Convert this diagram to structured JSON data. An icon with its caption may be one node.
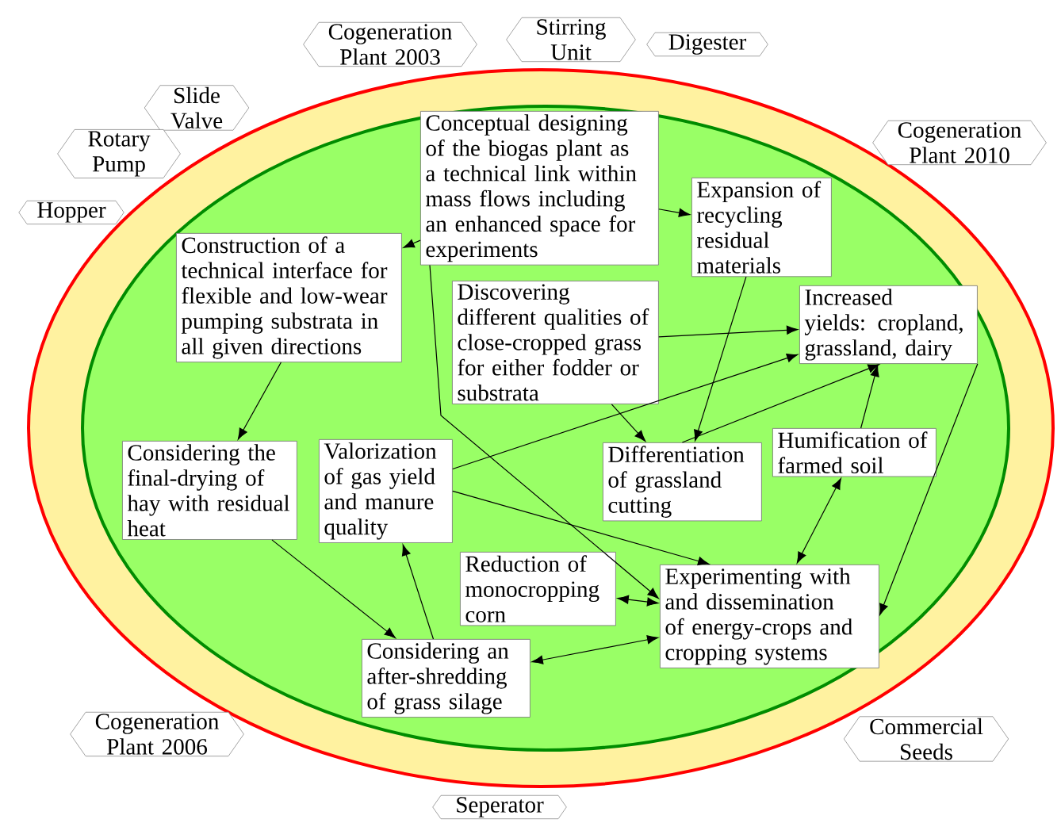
{
  "diagram": {
    "nodes": [
      {
        "text": [],
        "shape": "ellipse"
      },
      {
        "text": [],
        "shape": "ellipse",
        "in": 0
      },
      {
        "text": [
          "Cogeneration Plant 2003"
        ]
      },
      {
        "text": [
          "Stirring Unit"
        ]
      },
      {
        "text": [
          "Digester"
        ]
      },
      {
        "text": [
          "Slide Valve"
        ]
      },
      {
        "text": [
          "Rotary Pump"
        ]
      },
      {
        "text": [
          "Hopper"
        ]
      },
      {
        "text": [
          "Cogeneration Plant 2010"
        ]
      },
      {
        "text": [
          "Conceptual designing of the biogas plant as a technical link within mass flows including an enhanced space for experiments"
        ],
        "in": 1
      },
      {
        "text": [
          "Expansion of recycling residual materials"
        ],
        "in": 1
      },
      {
        "text": [
          "Construction of a technical interface for flexible and low-wear pumping substrata in all given directions"
        ],
        "in": 1
      },
      {
        "text": [
          "Discovering different qualities of close-cropped grass for either fodder or substrata"
        ],
        "in": 1
      },
      {
        "text": [
          "Increased yields: cropland, grassland, dairy"
        ],
        "in": 1
      },
      {
        "text": [
          "Humification of farmed soil"
        ],
        "in": 1
      },
      {
        "text": [
          "Differentiation of grassland cutting"
        ],
        "in": 1
      },
      {
        "text": [
          "Considering the final-drying of hay with residual heat"
        ],
        "in": 1
      },
      {
        "text": [
          "Valorization of gas yield and manure quality"
        ],
        "in": 1
      },
      {
        "text": [
          "Reduction of monocropping corn"
        ],
        "in": 1
      },
      {
        "text": [
          "Experimenting with and dissemination of energy-crops and cropping systems"
        ],
        "in": 1
      },
      {
        "text": [
          "Considering an after-shredding of grass silage"
        ],
        "in": 1
      },
      {
        "text": [
          "Cogeneration Plant 2006"
        ]
      },
      {
        "text": [
          "Commercial Seeds"
        ]
      },
      {
        "text": [
          "Seperator"
        ]
      }
    ],
    "edges": [
      {
        "from": 9,
        "to": 11,
        "arrow": "to"
      },
      {
        "from": 9,
        "to": 10,
        "arrow": "to"
      },
      {
        "from": 9,
        "to": 19,
        "arrow": "to"
      },
      {
        "from": 11,
        "to": 16,
        "arrow": "to"
      },
      {
        "from": 12,
        "to": 13,
        "arrow": "to"
      },
      {
        "from": 12,
        "to": 15,
        "arrow": "to"
      },
      {
        "from": 10,
        "to": 15,
        "arrow": "to"
      },
      {
        "from": 15,
        "to": 13,
        "arrow": "to"
      },
      {
        "from": 14,
        "to": 13,
        "arrow": "to"
      },
      {
        "from": 17,
        "to": 13,
        "arrow": "to"
      },
      {
        "from": 17,
        "to": 19,
        "arrow": "to"
      },
      {
        "from": 14,
        "to": 19,
        "arrow": "both"
      },
      {
        "from": 13,
        "to": 19,
        "arrow": "to"
      },
      {
        "from": 18,
        "to": 19,
        "arrow": "both"
      },
      {
        "from": 19,
        "to": 20,
        "arrow": "both"
      },
      {
        "from": 20,
        "to": 17,
        "arrow": "to"
      },
      {
        "from": 16,
        "to": 20,
        "arrow": "to"
      }
    ]
  }
}
